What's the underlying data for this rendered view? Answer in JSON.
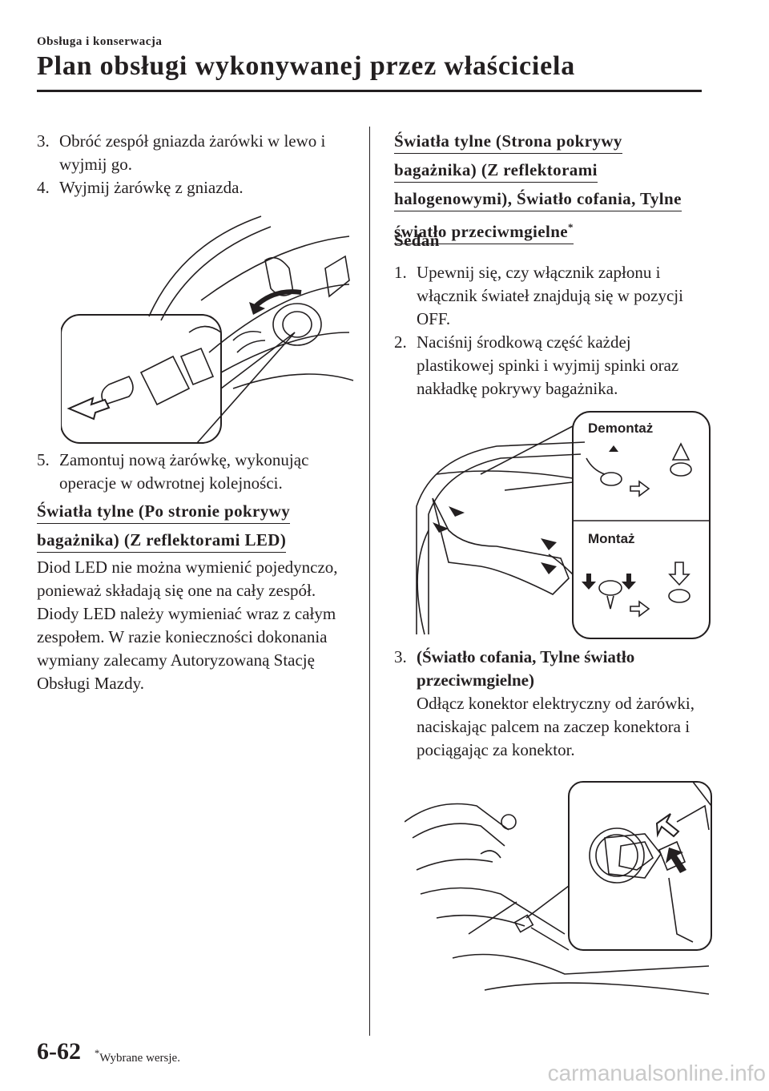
{
  "header": {
    "section": "Obsługa i konserwacja",
    "title": "Plan obsługi wykonywanej przez właściciela"
  },
  "left": {
    "steps_top": [
      {
        "num": "3.",
        "text": "Obróć zespół gniazda żarówki w lewo i wyjmij go."
      },
      {
        "num": "4.",
        "text": "Wyjmij żarówkę z gniazda."
      }
    ],
    "step5": {
      "num": "5.",
      "text": "Zamontuj nową żarówkę, wykonując operacje w odwrotnej kolejności."
    },
    "heading_led": [
      "Światła tylne (Po stronie pokrywy",
      "bagażnika) (Z reflektorami LED)"
    ],
    "led_para1": "Diod LED nie można wymienić pojedynczo, ponieważ składają się one na cały zespół.",
    "led_para2": "Diody LED należy wymieniać wraz z całym zespołem. W razie konieczności dokonania wymiany zalecamy Autoryzowaną Stację Obsługi Mazdy."
  },
  "right": {
    "heading_halogen": [
      "Światła tylne (Strona pokrywy",
      "bagażnika) (Z reflektorami",
      "halogenowymi), Światło cofania, Tylne",
      "światło przeciwmgielne"
    ],
    "heading_mark": "*",
    "sedan": "Sedan",
    "steps": [
      {
        "num": "1.",
        "text": "Upewnij się, czy włącznik zapłonu i włącznik świateł znajdują się w pozycji OFF."
      },
      {
        "num": "2.",
        "text": "Naciśnij środkową część każdej plastikowej spinki i wyjmij spinki oraz nakładkę pokrywy bagażnika."
      }
    ],
    "figure_labels": {
      "remove": "Demontaż",
      "install": "Montaż"
    },
    "step3": {
      "num": "3.",
      "bold": "(Światło cofania, Tylne światło przeciwmgielne)",
      "text": "Odłącz konektor elektryczny od żarówki, naciskając palcem na zaczep konektora i pociągając za konektor."
    }
  },
  "footer": {
    "page_number": "6-62",
    "footnote_mark": "*",
    "footnote": "Wybrane wersje.",
    "watermark": "carmanualsonline.info"
  }
}
